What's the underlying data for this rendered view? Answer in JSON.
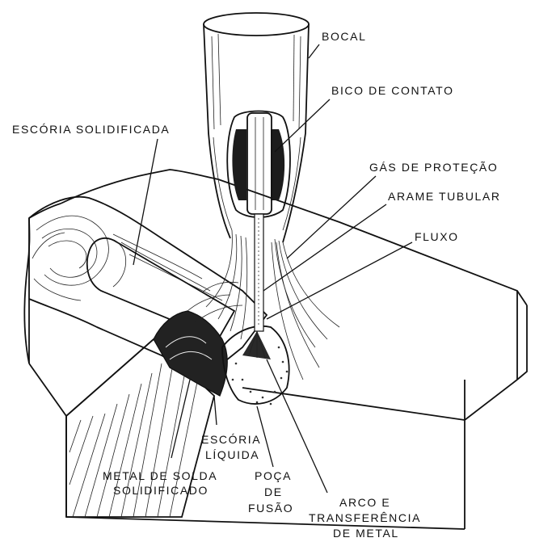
{
  "labels": {
    "bocal": "BOCAL",
    "bico_de_contato": "BICO DE CONTATO",
    "escoria_solidificada": "ESCÓRIA SOLIDIFICADA",
    "gas_de_protecao": "GÁS DE PROTEÇÃO",
    "arame_tubular": "ARAME TUBULAR",
    "fluxo": "FLUXO",
    "escoria_liquida_1": "ESCÓRIA",
    "escoria_liquida_2": "LÍQUIDA",
    "metal_de_solda_1": "METAL DE SOLDA",
    "metal_de_solda_2": "SOLIDIFICADO",
    "poca_de_fusao_1": "POÇA",
    "poca_de_fusao_2": "DE",
    "poca_de_fusao_3": "FUSÃO",
    "arco_1": "ARCO E",
    "arco_2": "TRANSFERÊNCIA",
    "arco_3": "DE METAL"
  },
  "colors": {
    "ink": "#111111",
    "background": "#ffffff"
  }
}
